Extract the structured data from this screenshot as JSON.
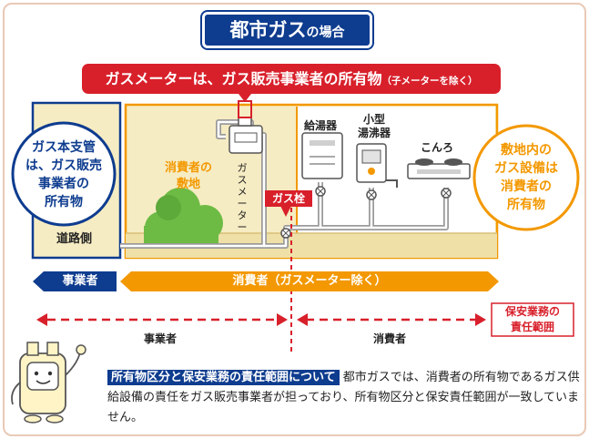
{
  "title": {
    "main": "都市ガス",
    "suffix": "の場合"
  },
  "meter_banner": {
    "main": "ガスメーターは、ガス販売事業者の所有物",
    "note": "（子メーターを除く）"
  },
  "left_circle": {
    "lines": [
      "ガス本支管",
      "は、ガス販売",
      "事業者の",
      "所有物"
    ]
  },
  "right_circle": {
    "lines": [
      "敷地内の",
      "ガス設備は",
      "消費者の",
      "所有物"
    ]
  },
  "labels": {
    "road_side": "道路側",
    "consumer_site": [
      "消費者の",
      "敷地"
    ],
    "gas_meter": [
      "ガ",
      "ス",
      "メ",
      "ー",
      "タ",
      "ー"
    ],
    "gas_valve": "ガス栓",
    "water_heater": "給湯器",
    "small_heater": [
      "小型",
      "湯沸器"
    ],
    "stove": "こんろ"
  },
  "ownership_bar": {
    "operator": "事業者",
    "consumer": "消費者（ガスメーター除く）"
  },
  "responsibility": {
    "operator": "事業者",
    "consumer": "消費者",
    "end_label": [
      "保安業務の",
      "責任範囲"
    ]
  },
  "note": {
    "heading": "所有物区分と保安業務の責任範囲について",
    "body": "都市ガスでは、消費者の所有物であるガス供給設備の責任をガス販売事業者が担っており、所有物区分と保安責任範囲が一致していません。"
  },
  "colors": {
    "navy": "#0e3c8f",
    "red": "#d8202b",
    "orange": "#f39800",
    "site": "#f6ecc3",
    "bush": "#6dbb44"
  }
}
